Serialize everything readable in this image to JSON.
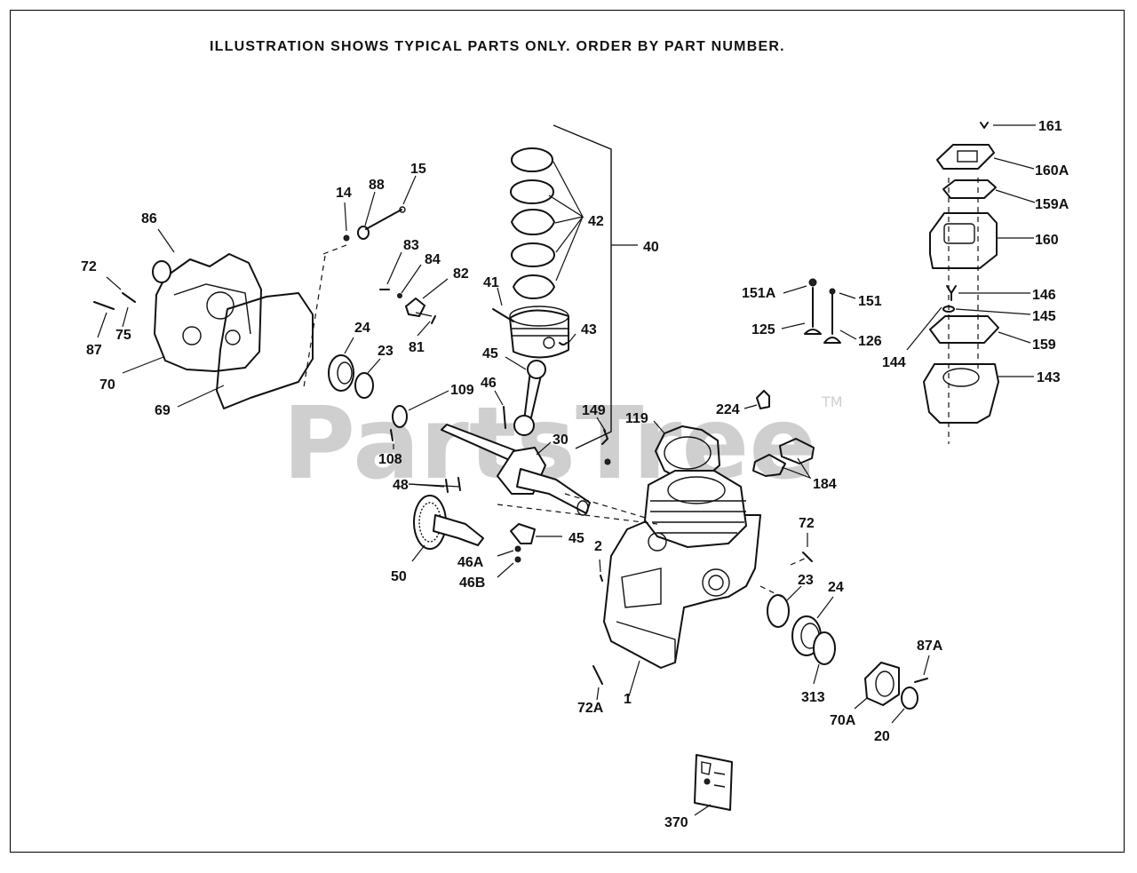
{
  "notice": "ILLUSTRATION SHOWS TYPICAL PARTS ONLY. ORDER BY PART NUMBER.",
  "watermark": "PartsTree",
  "trademark": "TM",
  "callouts": {
    "c161": "161",
    "c160a": "160A",
    "c159a": "159A",
    "c160": "160",
    "c146": "146",
    "c145": "145",
    "c159": "159",
    "c144": "144",
    "c143": "143",
    "c151a": "151A",
    "c151": "151",
    "c125": "125",
    "c126": "126",
    "c42": "42",
    "c40": "40",
    "c41": "41",
    "c43": "43",
    "c15": "15",
    "c88": "88",
    "c14": "14",
    "c86": "86",
    "c72_left": "72",
    "c75": "75",
    "c87": "87",
    "c70": "70",
    "c69": "69",
    "c83": "83",
    "c84": "84",
    "c82": "82",
    "c81": "81",
    "c24_left": "24",
    "c23_left": "23",
    "c45_top": "45",
    "c46": "46",
    "c109": "109",
    "c108": "108",
    "c30": "30",
    "c48": "48",
    "c50": "50",
    "c45_bottom": "45",
    "c46a": "46A",
    "c46b": "46B",
    "c149": "149",
    "c119": "119",
    "c224": "224",
    "c184": "184",
    "c2": "2",
    "c72_right": "72",
    "c23_right": "23",
    "c24_right": "24",
    "c313": "313",
    "c72a": "72A",
    "c1": "1",
    "c87a": "87A",
    "c70a": "70A",
    "c20": "20",
    "c370": "370"
  }
}
